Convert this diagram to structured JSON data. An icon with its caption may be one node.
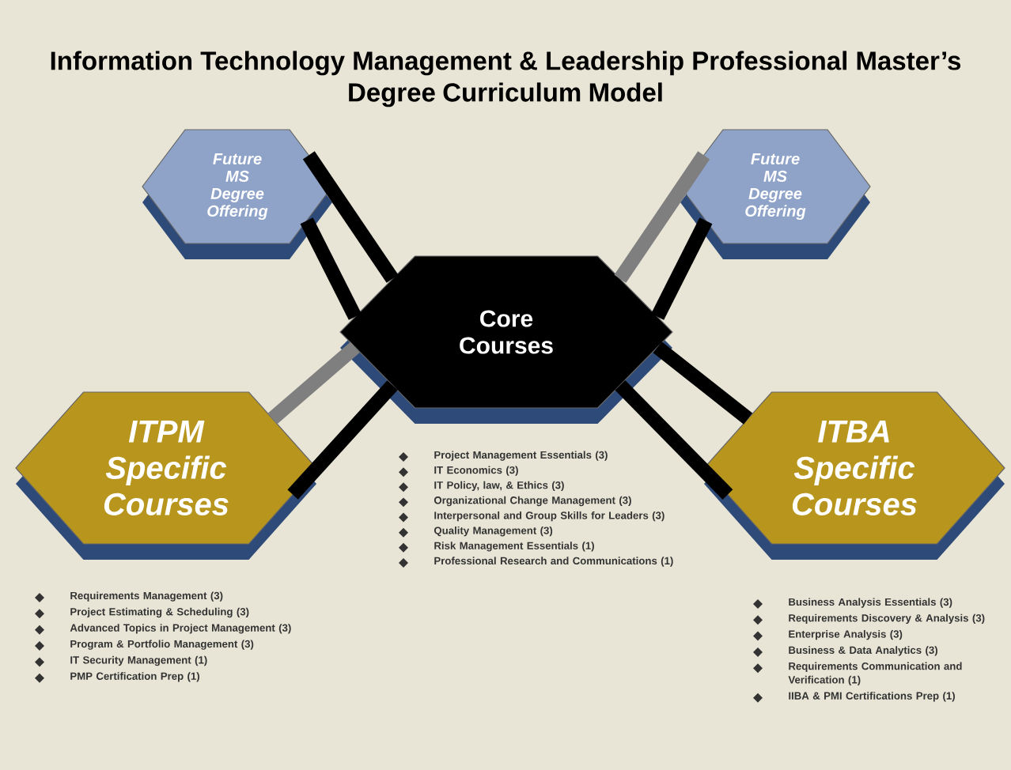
{
  "diagram": {
    "title": "Information Technology Management & Leadership Professional Master’s Degree Curriculum Model",
    "nodes": [
      {
        "text": [
          "Future MS Degree Offering"
        ]
      },
      {
        "text": [
          "Future MS Degree Offering"
        ]
      },
      {
        "text": [
          "Core Courses"
        ],
        "beside": [
          "Project Management Essentials (3)",
          "IT Economics (3)",
          "IT Policy, law, & Ethics (3)",
          "Organizational Change Management (3)",
          "Interpersonal and Group Skills for Leaders (3)",
          "Quality Management (3)",
          "Risk Management Essentials (1)",
          "Professional Research and Communications (1)"
        ]
      },
      {
        "text": [
          "ITPM Specific Courses"
        ],
        "beside": [
          "Requirements Management (3)",
          "Project Estimating & Scheduling (3)",
          "Advanced Topics in Project Management (3)",
          "Program & Portfolio Management (3)",
          "IT Security Management (1)",
          "PMP Certification Prep (1)"
        ]
      },
      {
        "text": [
          "ITBA Specific Courses"
        ],
        "beside": [
          "Business Analysis Essentials (3)",
          "Requirements Discovery & Analysis (3)",
          "Enterprise Analysis (3)",
          "Business & Data Analytics (3)",
          "Requirements Communication and Verification (1)",
          "IIBA & PMI Certifications Prep (1)"
        ]
      }
    ],
    "edges": [
      {
        "from": 0,
        "to": 2,
        "arrow": "none"
      },
      {
        "from": 0,
        "to": 2,
        "arrow": "none"
      },
      {
        "from": 1,
        "to": 2,
        "arrow": "none",
        "color": "#7f7f7f"
      },
      {
        "from": 1,
        "to": 2,
        "arrow": "none"
      },
      {
        "from": 3,
        "to": 2,
        "arrow": "none",
        "color": "#7f7f7f"
      },
      {
        "from": 3,
        "to": 2,
        "arrow": "none"
      },
      {
        "from": 4,
        "to": 2,
        "arrow": "none"
      },
      {
        "from": 4,
        "to": 2,
        "arrow": "none"
      }
    ]
  }
}
